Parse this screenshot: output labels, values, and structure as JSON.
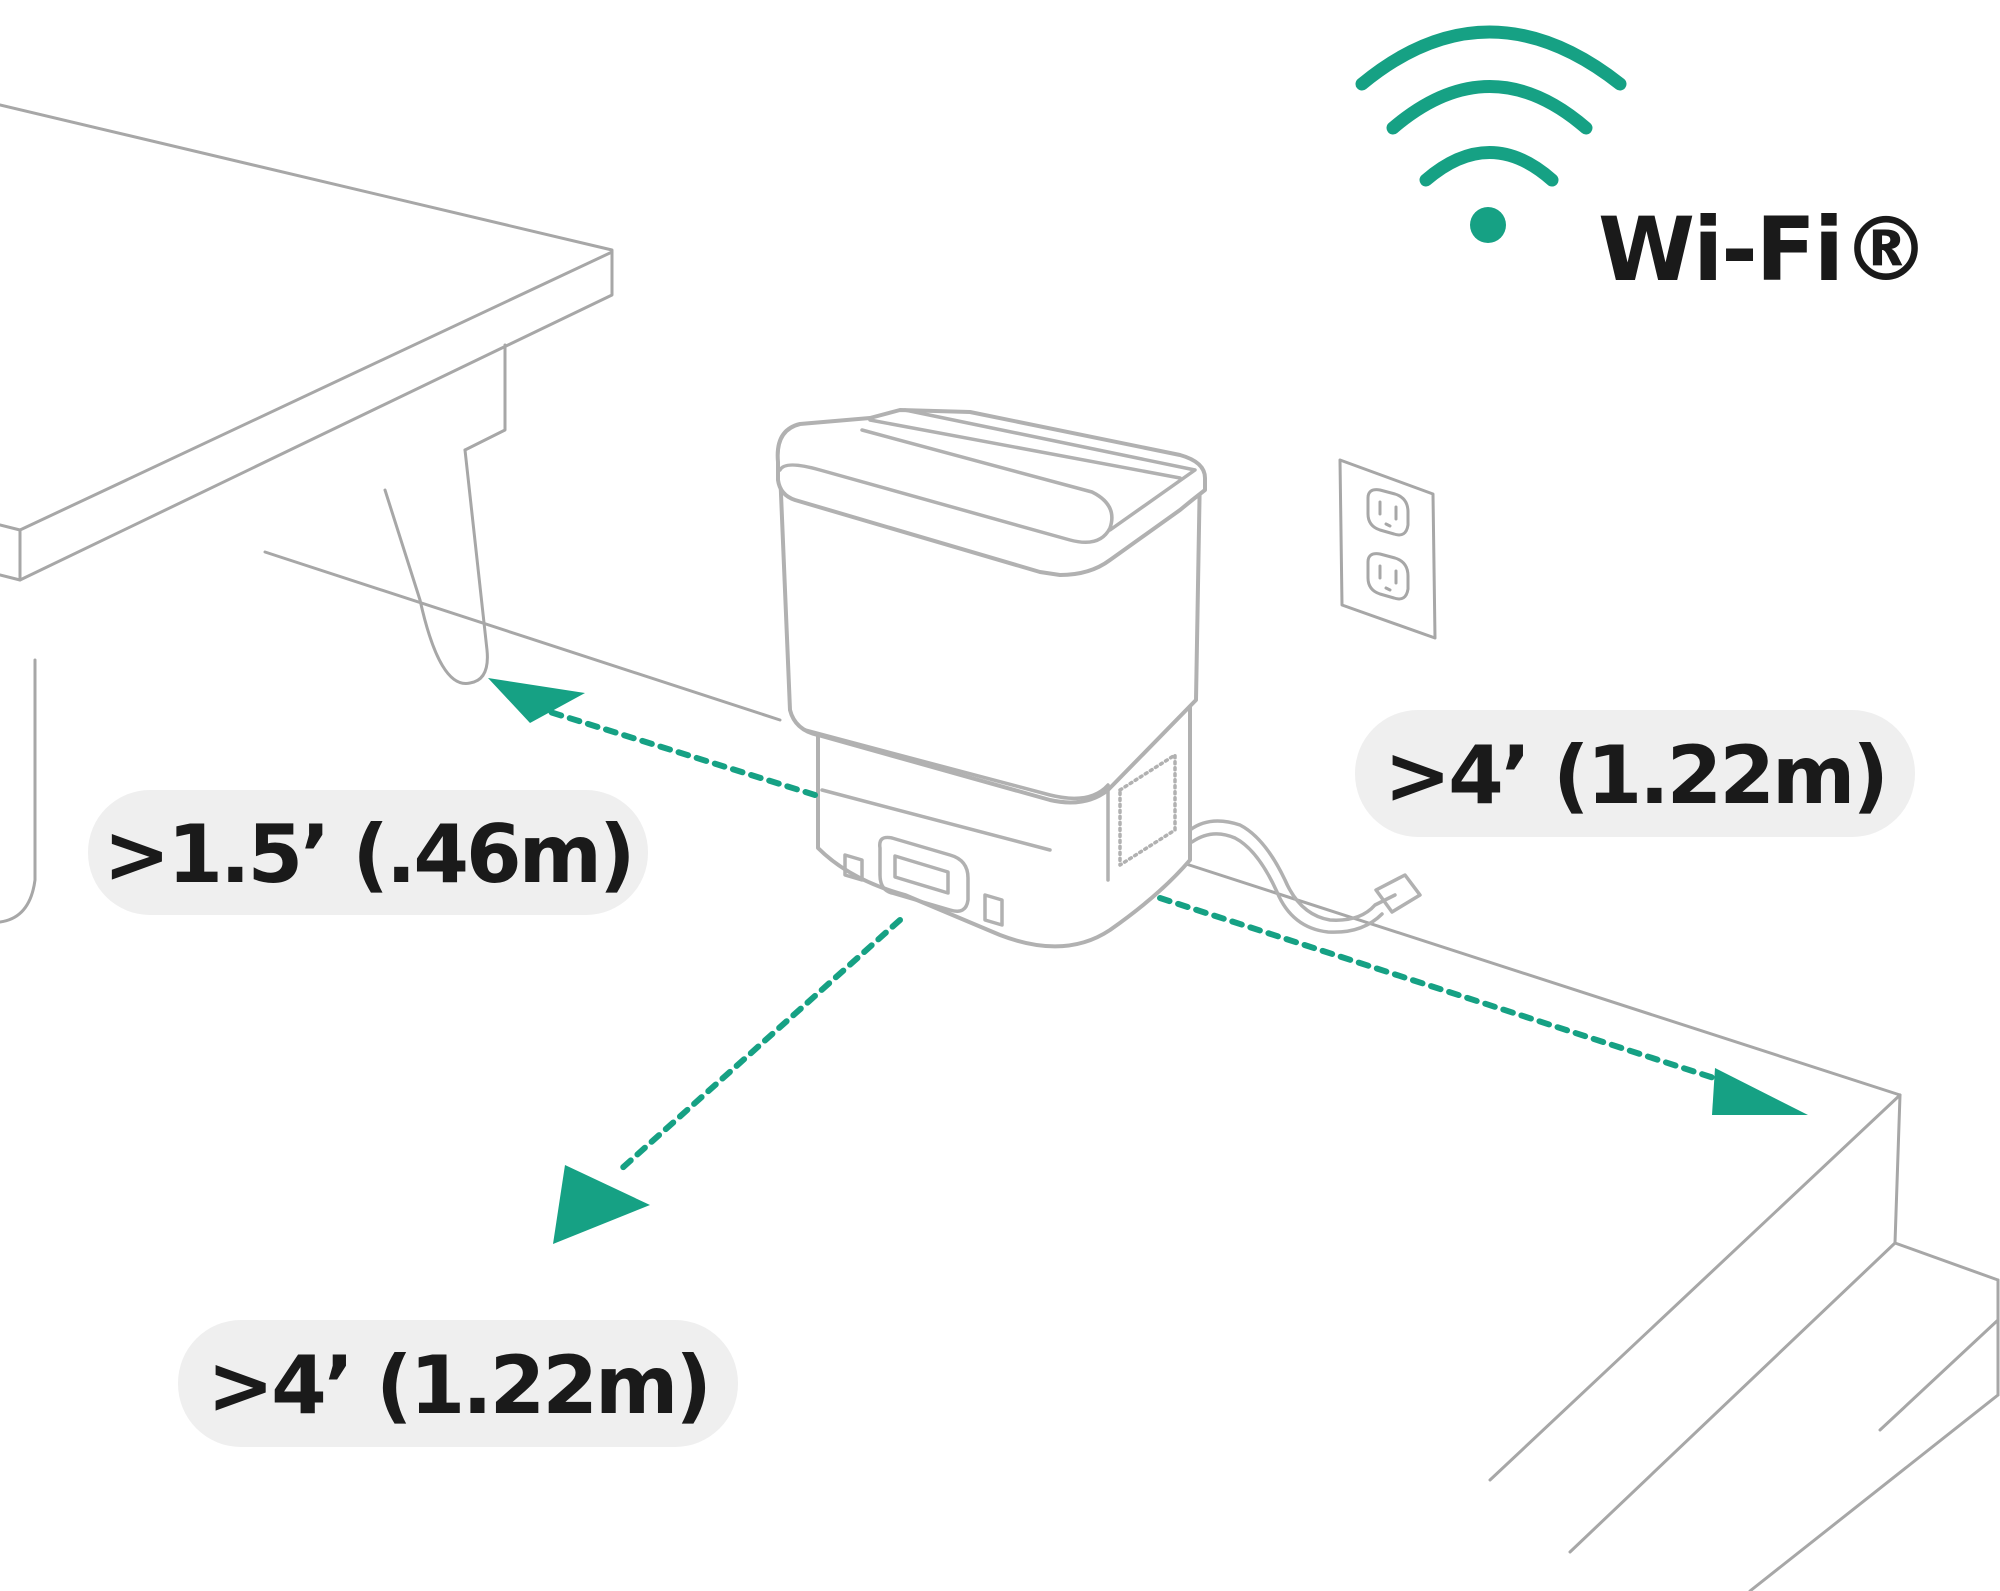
{
  "wifi": {
    "label": "Wi-Fi®",
    "icon": "wifi-icon",
    "color": "#16a184"
  },
  "clearances": {
    "side_label": ">1.5’ (.46m)",
    "front_label": ">4’ (1.22m)",
    "right_label": ">4’ (1.22m)"
  },
  "colors": {
    "accent": "#16a184",
    "outline": "#a7a7a7",
    "label_background": "#efefef",
    "label_text": "#1a1a1a"
  }
}
